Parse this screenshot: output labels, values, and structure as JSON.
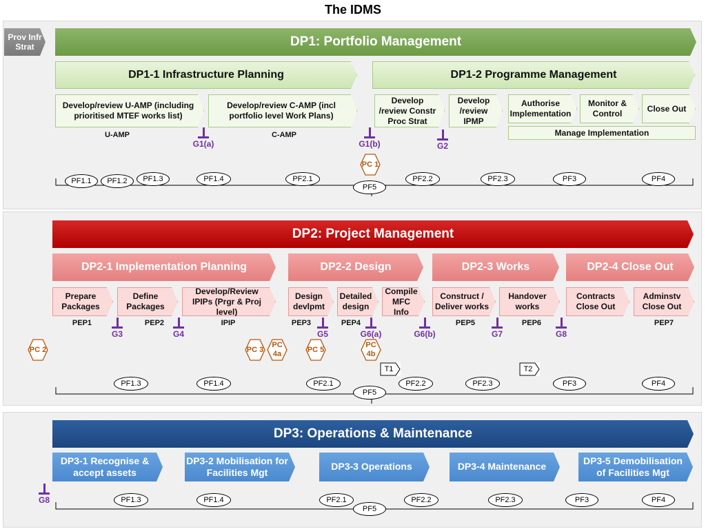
{
  "title": "The IDMS",
  "prov": "Prov Infr Strat",
  "dp1": {
    "main": "DP1: Portfolio Management",
    "sub1": "DP1-1 Infrastructure Planning",
    "sub2": "DP1-2 Programme Management",
    "act1": "Develop/review U-AMP (including prioritised MTEF works list)",
    "act2": "Develop/review C-AMP (incl portfolio level Work Plans)",
    "act3": "Develop /review Constr Proc Strat",
    "act4": "Develop /review IPMP",
    "act5": "Authorise Implementation",
    "act6": "Monitor & Control",
    "act7": "Close Out",
    "manage": "Manage Implementation",
    "lbl_uamp": "U-AMP",
    "lbl_camp": "C-AMP",
    "g1a": "G1(a)",
    "g1b": "G1(b)",
    "g2": "G2",
    "pc1": "PC 1",
    "pf": [
      "PF1.1",
      "PF1.2",
      "PF1.3",
      "PF1.4",
      "PF2.1",
      "PF2.2",
      "PF2.3",
      "PF3",
      "PF4"
    ],
    "pf5": "PF5"
  },
  "dp2": {
    "main": "DP2: Project Management",
    "sub1": "DP2-1 Implementation Planning",
    "sub2": "DP2-2 Design",
    "sub3": "DP2-3 Works",
    "sub4": "DP2-4 Close Out",
    "act1": "Prepare Packages",
    "act2": "Define Packages",
    "act3": "Develop/Review IPIPs (Prgr & Proj level)",
    "act4": "Design devlpmt",
    "act5": "Detailed design",
    "act6": "Compile MFC Info",
    "act7": "Construct / Deliver works",
    "act8": "Handover works",
    "act9": "Contracts Close Out",
    "act10": "Adminstv Close Out",
    "pep1": "PEP1",
    "pep2": "PEP2",
    "ipip": "IPIP",
    "pep3": "PEP3",
    "pep4": "PEP4",
    "pep5": "PEP5",
    "pep6": "PEP6",
    "pep7": "PEP7",
    "g3": "G3",
    "g4": "G4",
    "g5": "G5",
    "g6a": "G6(a)",
    "g6b": "G6(b)",
    "g7": "G7",
    "g8": "G8",
    "pc2": "PC 2",
    "pc3": "PC 3",
    "pc4a": "PC 4a",
    "pc5": "PC 5",
    "pc4b": "PC 4b",
    "t1": "T1",
    "t2": "T2",
    "pf": [
      "PF1.3",
      "PF1.4",
      "PF2.1",
      "PF2.2",
      "PF2.3",
      "PF3",
      "PF4"
    ],
    "pf5": "PF5"
  },
  "dp3": {
    "main": "DP3: Operations & Maintenance",
    "sub1": "DP3-1 Recognise  & accept assets",
    "sub2": "DP3-2 Mobilisation for Facilities Mgt",
    "sub3": "DP3-3 Operations",
    "sub4": "DP3-4 Maintenance",
    "sub5": "DP3-5  Demobilisation of Facilities Mgt",
    "g8": "G8",
    "pf": [
      "PF1.3",
      "PF1.4",
      "PF2.1",
      "PF2.2",
      "PF2.3",
      "PF3",
      "PF4"
    ],
    "pf5": "PF5"
  },
  "colors": {
    "dp1": "#6c9a45",
    "dp2": "#c00000",
    "dp3": "#1f4e8c",
    "gate": "#7030a0",
    "pc": "#b8560a"
  }
}
